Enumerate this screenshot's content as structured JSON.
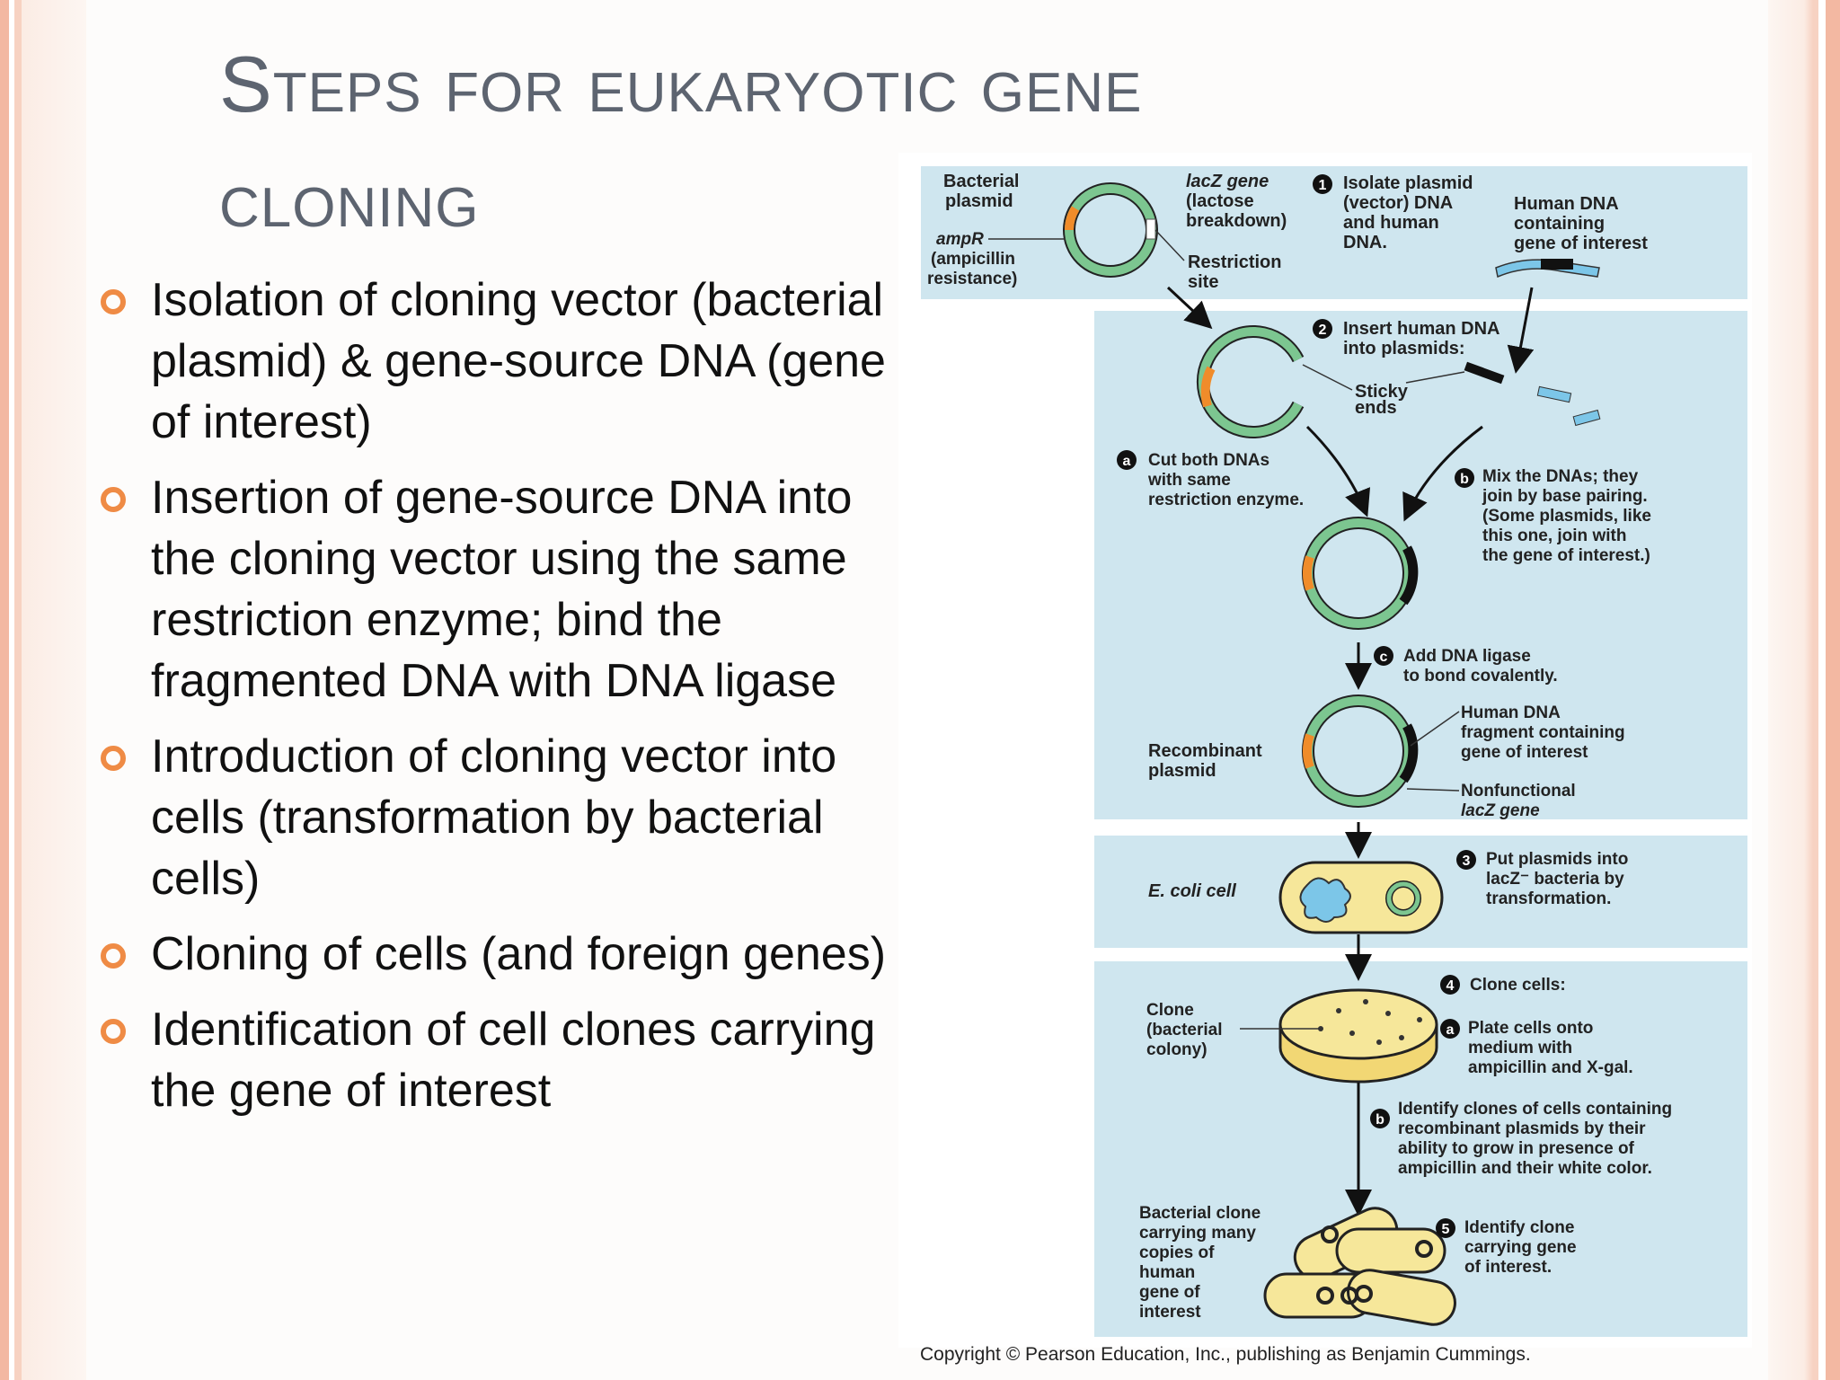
{
  "title": {
    "line1": "Steps for eukaryotic gene",
    "line2": "cloning"
  },
  "bullets": [
    "Isolation of cloning vector (bacterial plasmid)  & gene-source DNA (gene of interest)",
    "Insertion of gene-source DNA into the cloning vector using the same restriction enzyme; bind the fragmented DNA with DNA ligase",
    "Introduction of cloning vector into cells (transformation by bacterial cells)",
    "Cloning of cells (and foreign genes)",
    "Identification of cell clones carrying the gene of interest"
  ],
  "colors": {
    "accent": "#ef8b45",
    "title": "#5d6470",
    "panel": "#cfe6ef",
    "plasmid": "#7cc690",
    "amp": "#f08c2a",
    "dish": "#f6e79a"
  },
  "figure": {
    "bacterial_plasmid": [
      "Bacterial",
      "plasmid"
    ],
    "ampR": [
      "ampR",
      "(ampicillin",
      "resistance)"
    ],
    "lacZ": [
      "lacZ gene",
      "(lactose",
      "breakdown)"
    ],
    "restriction_site": [
      "Restriction",
      "site"
    ],
    "step1": {
      "num": "1",
      "lines": [
        "Isolate plasmid",
        "(vector) DNA",
        "and human",
        "DNA."
      ]
    },
    "human_dna": [
      "Human DNA",
      "containing",
      "gene of interest"
    ],
    "step2": {
      "num": "2",
      "lines": [
        "Insert human DNA",
        "into plasmids:"
      ]
    },
    "sticky_ends": [
      "Sticky",
      "ends"
    ],
    "step2a": {
      "num": "a",
      "lines": [
        "Cut both DNAs",
        "with same",
        "restriction enzyme."
      ]
    },
    "step2b": {
      "num": "b",
      "lines": [
        "Mix the DNAs; they",
        "join by base pairing.",
        "(Some plasmids, like",
        "this one, join with",
        "the gene of interest.)"
      ]
    },
    "step2c": {
      "num": "c",
      "lines": [
        "Add DNA ligase",
        "to bond covalently."
      ]
    },
    "recombinant_plasmid": [
      "Recombinant",
      "plasmid"
    ],
    "human_fragment": [
      "Human DNA",
      "fragment containing",
      "gene of interest"
    ],
    "nonfunctional": [
      "Nonfunctional",
      "lacZ gene"
    ],
    "ecoli": "E. coli cell",
    "step3": {
      "num": "3",
      "lines": [
        "Put plasmids into",
        "lacZ⁻ bacteria by",
        "transformation."
      ]
    },
    "step4": {
      "num": "4",
      "lines": [
        "Clone cells:"
      ]
    },
    "clone_label": [
      "Clone",
      "(bacterial",
      "colony)"
    ],
    "step4a": {
      "num": "a",
      "lines": [
        "Plate cells onto",
        "medium with",
        "ampicillin and X-gal."
      ]
    },
    "step4b": {
      "num": "b",
      "lines": [
        "Identify clones of cells containing",
        "recombinant plasmids by their",
        "ability to grow in presence of",
        "ampicillin and their white color."
      ]
    },
    "bacterial_clone": [
      "Bacterial clone",
      "carrying many",
      "copies of",
      "human",
      "gene of",
      "interest"
    ],
    "step5": {
      "num": "5",
      "lines": [
        "Identify clone",
        "carrying gene",
        "of interest."
      ]
    }
  },
  "copyright": "Copyright © Pearson Education, Inc., publishing as Benjamin Cummings."
}
